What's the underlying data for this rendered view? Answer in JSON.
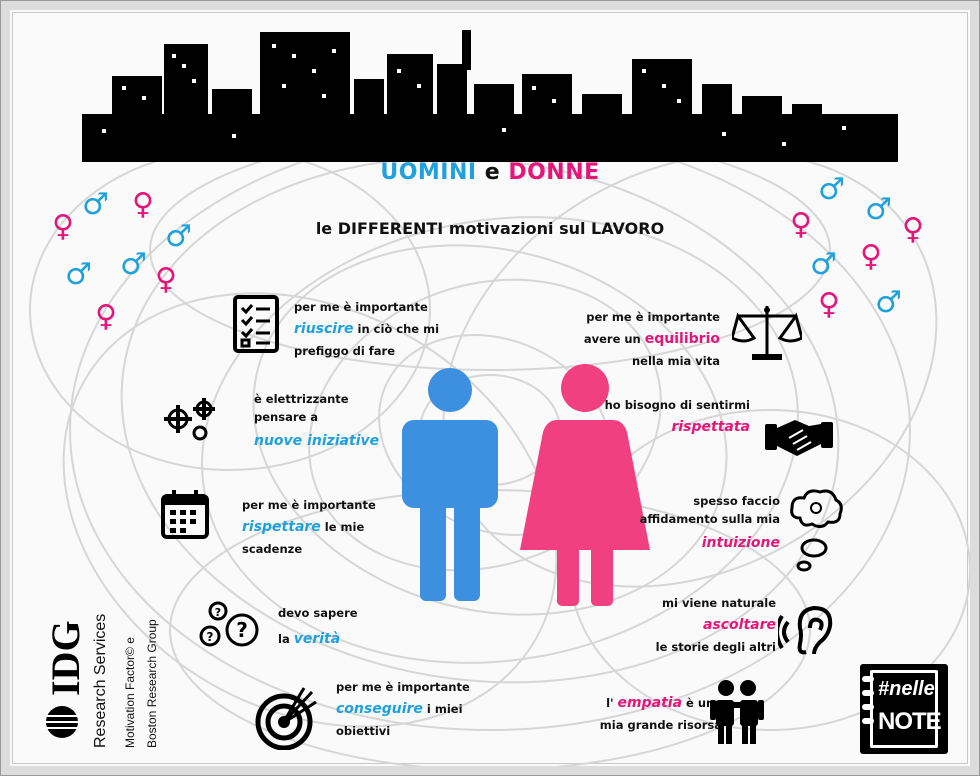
{
  "header": {
    "title_men": "UOMINI",
    "title_and": "e",
    "title_women": "DONNE",
    "subtitle": "le DIFFERENTI  motivazioni sul LAVORO"
  },
  "colors": {
    "men": "#1ea1dc",
    "men_figure": "#3d8fe0",
    "women": "#e6157a",
    "women_figure": "#f0407f"
  },
  "icons": {
    "male_symbol": "♂",
    "female_symbol": "♀"
  },
  "men": {
    "item1": {
      "l1": "per me è importante",
      "kw": "riuscire",
      "l2": " in ciò che mi",
      "l3": "prefiggo di fare"
    },
    "item2": {
      "l1": "è elettrizzante",
      "l2": "pensare a",
      "kw": "nuove iniziative"
    },
    "item3": {
      "l1": "per me è importante",
      "kw": "rispettare",
      "l2": " le mie",
      "l3": "scadenze"
    },
    "item4": {
      "l1": "devo sapere",
      "l2": "la ",
      "kw": "verità"
    },
    "item5": {
      "l1": "per me è importante",
      "kw": "conseguire",
      "l2": " i miei",
      "l3": "obiettivi"
    }
  },
  "women": {
    "item1": {
      "l1": "per me è importante",
      "l2": "avere un ",
      "kw": "equilibrio",
      "l3": "nella mia vita"
    },
    "item2": {
      "l1": "ho bisogno di sentirmi",
      "kw": "rispettata"
    },
    "item3": {
      "l1": "spesso faccio",
      "l2": "affidamento sulla mia",
      "kw": "intuizione"
    },
    "item4": {
      "l1": "mi viene naturale",
      "kw": "ascoltare",
      "l3": "le storie degli altri"
    },
    "item5": {
      "l1": "l' ",
      "kw": "empatia",
      "l2": " è una",
      "l3": "mia grande risorsa"
    }
  },
  "source": {
    "brand": "IDG",
    "brand_sub": "Research Services",
    "credit_l1": "Motivation Factor© e",
    "credit_l2": "Boston Research Group"
  },
  "badge": {
    "l1": "#nelle",
    "l2": "NOTE"
  }
}
